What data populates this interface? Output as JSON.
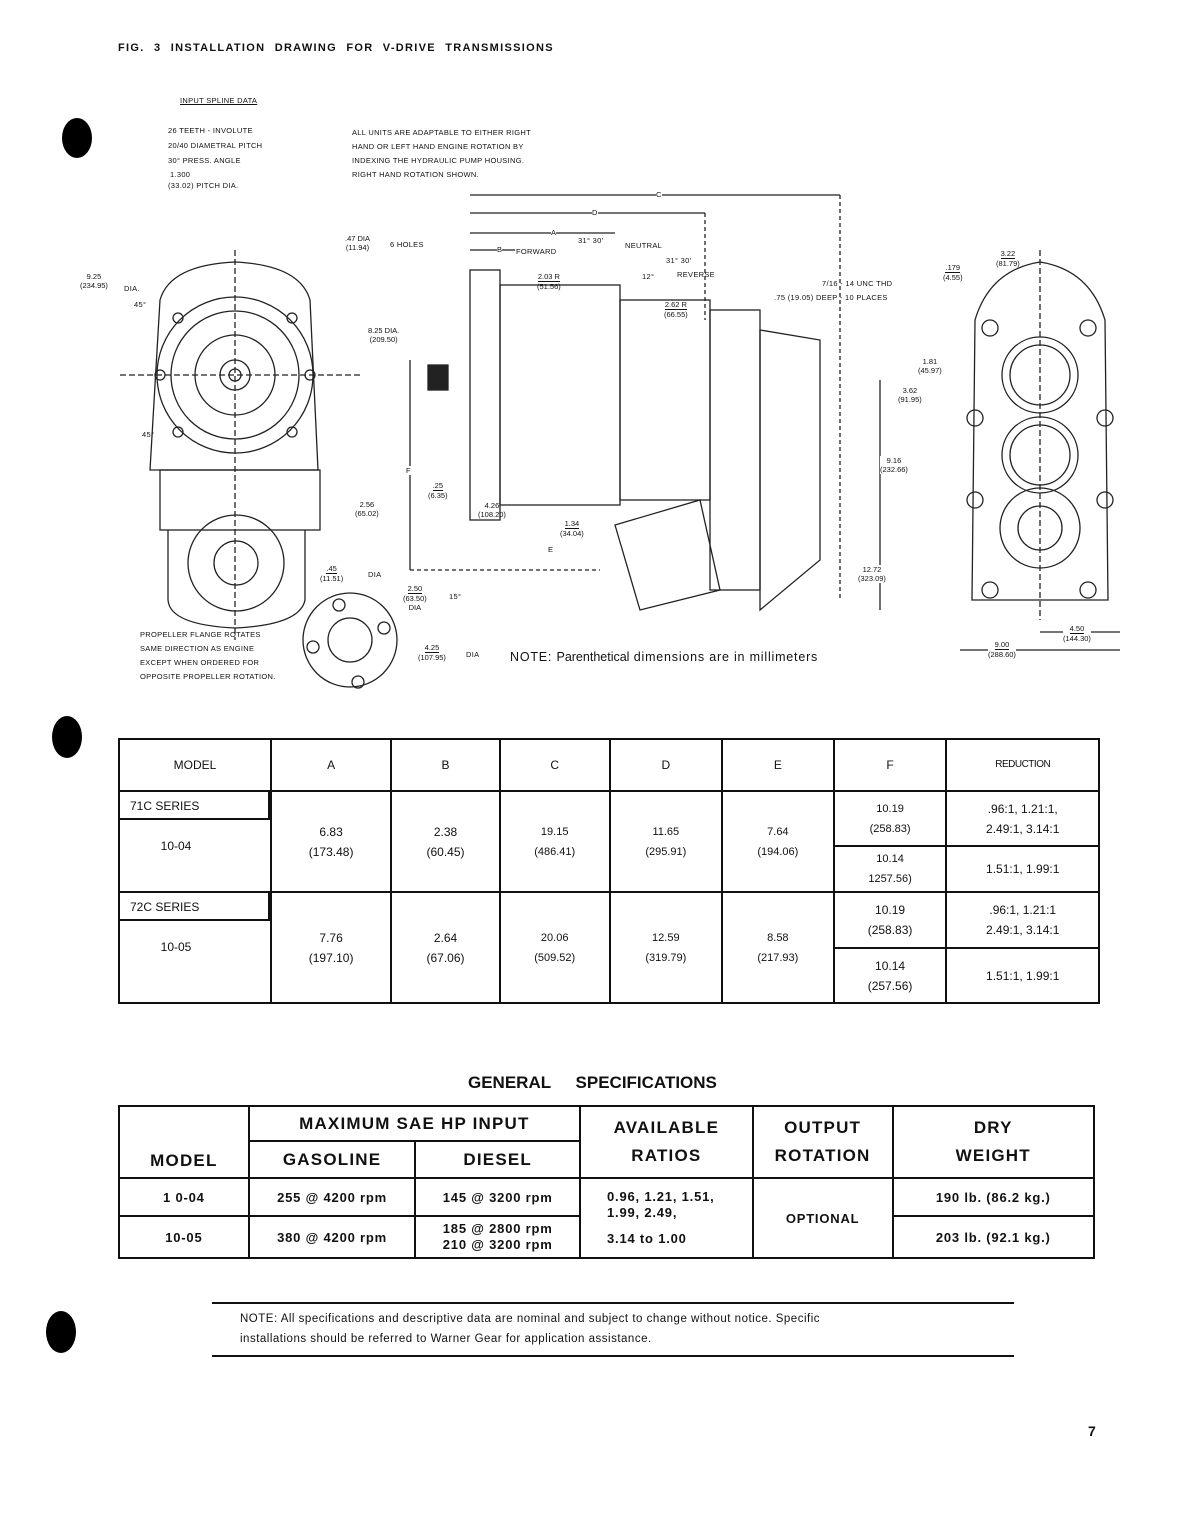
{
  "figure_title": "FIG. 3 INSTALLATION DRAWING FOR V-DRIVE TRANSMISSIONS",
  "drawing": {
    "spline_title": "INPUT SPLINE DATA",
    "spline_lines": [
      "26 TEETH - INVOLUTE",
      "20/40 DIAMETRAL PITCH",
      "30° PRESS. ANGLE",
      "1.300",
      "(33.02) PITCH DIA."
    ],
    "rotation_note": [
      "ALL UNITS ARE ADAPTABLE TO EITHER RIGHT",
      "HAND OR LEFT HAND ENGINE ROTATION BY",
      "INDEXING THE HYDRAULIC PUMP HOUSING.",
      "RIGHT HAND ROTATION SHOWN."
    ],
    "propeller_note": [
      "PROPELLER FLANGE ROTATES",
      "SAME DIRECTION AS ENGINE",
      "EXCEPT WHEN ORDERED FOR",
      "OPPOSITE PROPELLER ROTATION."
    ],
    "labels": {
      "dia_925": "9.25",
      "dia_925_mm": "(234.95)",
      "dia_word": "DIA.",
      "angle_45a": "45°",
      "angle_45b": "45°",
      "holes_47": ".47 DIA",
      "holes_47_mm": "(11.94)",
      "holes_6": "6 HOLES",
      "dia_825": "8.25 DIA.",
      "dia_825_mm": "(209.50)",
      "C": "C",
      "D": "D",
      "A": "A",
      "B": "B",
      "E": "E",
      "F": "F",
      "forward": "FORWARD",
      "neutral": "NEUTRAL",
      "reverse": "REVERSE",
      "angle_3130a": "31° 30'",
      "angle_3130b": "31° 30'",
      "angle_12": "12°",
      "r_203": "2.03 R",
      "r_203_mm": "(51.56)",
      "r_262": "2.62 R",
      "r_262_mm": "(66.55)",
      "thd_1": "7/16 - 14 UNC THD",
      "thd_2": ".75 (19.05) DEEP - 10 PLACES",
      "d_179": ".179",
      "d_179_mm": "(4.55)",
      "d_322": "3.22",
      "d_322_mm": "(81.79)",
      "d_181": "1.81",
      "d_181_mm": "(45.97)",
      "d_362": "3.62",
      "d_362_mm": "(91.95)",
      "d_916": "9.16",
      "d_916_mm": "(232.66)",
      "d_1272": "12.72",
      "d_1272_mm": "(323.09)",
      "d_450": "4.50",
      "d_450_mm": "(144.30)",
      "d_900": "9.00",
      "d_900_mm": "(288.60)",
      "d_25": ".25",
      "d_25_mm": "(6.35)",
      "d_256": "2.56",
      "d_256_mm": "(65.02)",
      "d_426": "4.26",
      "d_426_mm": "(108.20)",
      "d_134": "1.34",
      "d_134_mm": "(34.04)",
      "d_45": ".45",
      "d_45_mm": "(11.51)",
      "dia_a": "DIA",
      "d_250": "2.50",
      "d_250_mm": "(63.50)",
      "dia_b": "DIA",
      "angle_15": "15°",
      "d_425": "4.25",
      "d_425_mm": "(107.95)",
      "dia_c": "DIA"
    },
    "note_prefix": "NOTE:",
    "note_bold": "Parenthetical",
    "note_rest": "dimensions are in millimeters"
  },
  "dimensions_table": {
    "headers": [
      "MODEL",
      "A",
      "B",
      "C",
      "D",
      "E",
      "F",
      "REDUCTION"
    ],
    "groups": [
      {
        "series": "71C SERIES",
        "model": "10-04",
        "A": "6.83",
        "A_mm": "(173.48)",
        "B": "2.38",
        "B_mm": "(60.45)",
        "C": "19.15",
        "C_mm": "(486.41)",
        "D": "11.65",
        "D_mm": "(295.91)",
        "E": "7.64",
        "E_mm": "(194.06)",
        "rows": [
          {
            "F": "10.19",
            "F_mm": "(258.83)",
            "reduction_1": ".96:1, 1.21:1,",
            "reduction_2": "2.49:1, 3.14:1"
          },
          {
            "F": "10.14",
            "F_mm": "1257.56)",
            "reduction_1": "1.51:1, 1.99:1",
            "reduction_2": ""
          }
        ]
      },
      {
        "series": "72C SERIES",
        "model": "10-05",
        "A": "7.76",
        "A_mm": "(197.10)",
        "B": "2.64",
        "B_mm": "(67.06)",
        "C": "20.06",
        "C_mm": "(509.52)",
        "D": "12.59",
        "D_mm": "(319.79)",
        "E": "8.58",
        "E_mm": "(217.93)",
        "rows": [
          {
            "F": "10.19",
            "F_mm": "(258.83)",
            "reduction_1": ".96:1, 1.21:1",
            "reduction_2": "2.49:1, 3.14:1"
          },
          {
            "F": "10.14",
            "F_mm": "(257.56)",
            "reduction_1": "1.51:1, 1.99:1",
            "reduction_2": ""
          }
        ]
      }
    ]
  },
  "general_specs": {
    "title": "GENERAL SPECIFICATIONS",
    "headers": {
      "model": "MODEL",
      "max_hp": "MAXIMUM SAE HP INPUT",
      "gasoline": "GASOLINE",
      "diesel": "DIESEL",
      "ratios_1": "AVAILABLE",
      "ratios_2": "RATIOS",
      "output_1": "OUTPUT",
      "output_2": "ROTATION",
      "weight_1": "DRY",
      "weight_2": "WEIGHT"
    },
    "rows": [
      {
        "model": "1 0-04",
        "gasoline": "255 @ 4200 rpm",
        "diesel": "145 @ 3200 rpm",
        "weight": "190 lb. (86.2 kg.)"
      },
      {
        "model": "10-05",
        "gasoline": "380 @ 4200 rpm",
        "diesel_a": "185 @ 2800 rpm",
        "diesel_b": "210 @ 3200 rpm",
        "weight": "203 lb. (92.1 kg.)"
      }
    ],
    "ratios_1": "0.96, 1.21, 1.51,",
    "ratios_2": "1.99, 2.49,",
    "ratios_3": "3.14 to 1.00",
    "output_rotation": "OPTIONAL"
  },
  "footer_note": [
    "NOTE: All specifications and descriptive data are nominal and subject to change without notice. Specific",
    "installations should be referred to Warner Gear for application assistance."
  ],
  "page_number": "7"
}
